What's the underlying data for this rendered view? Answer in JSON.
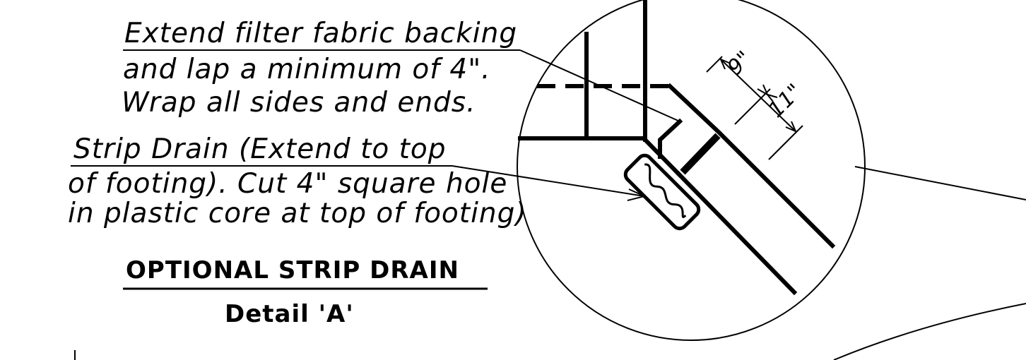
{
  "notes": {
    "filter_fabric": {
      "line1": "Extend filter fabric backing",
      "line2": "and lap a minimum of 4\".",
      "line3": "Wrap all sides and ends."
    },
    "strip_drain": {
      "line1": "Strip Drain (Extend to top",
      "line2": "of footing). Cut 4\" square hole",
      "line3": "in plastic core at top of footing)"
    }
  },
  "title": {
    "main": "OPTIONAL STRIP DRAIN",
    "sub": "Detail 'A'"
  },
  "dimensions": {
    "dim_upper": "9\"",
    "dim_lower": "11\""
  }
}
